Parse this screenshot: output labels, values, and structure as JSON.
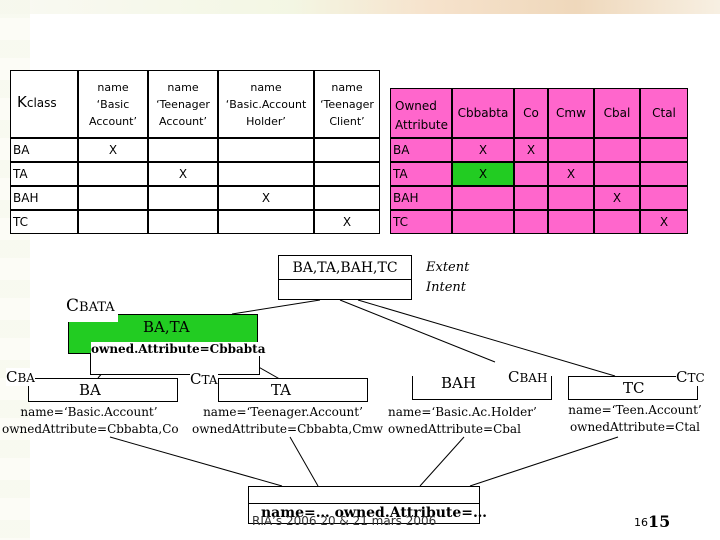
{
  "left_table": {
    "corner_big": "K",
    "corner_small": "class",
    "headers": [
      {
        "l1": "name",
        "l2": "‘Basic",
        "l3": "Account’"
      },
      {
        "l1": "name",
        "l2": "‘Teenager",
        "l3": "Account’"
      },
      {
        "l1": "name",
        "l2": "‘Basic.Account",
        "l3": "Holder’"
      },
      {
        "l1": "name",
        "l2": "‘Teenager",
        "l3": "Client’"
      }
    ],
    "rows": [
      {
        "label": "BA",
        "mark": "X"
      },
      {
        "label": "TA",
        "mark": "X"
      },
      {
        "label": "BAH",
        "mark": "X"
      },
      {
        "label": "TC",
        "mark": "X"
      }
    ]
  },
  "right_table": {
    "corner_l1": "Owned",
    "corner_l2": "Attribute",
    "headers": [
      "Cbbabta",
      "Co",
      "Cmw",
      "Cbal",
      "Ctal"
    ],
    "rows": [
      {
        "label": "BA",
        "marks": [
          "X",
          "X",
          "",
          "",
          ""
        ]
      },
      {
        "label": "TA",
        "marks": [
          "X",
          "",
          "X",
          "",
          ""
        ]
      },
      {
        "label": "BAH",
        "marks": [
          "",
          "",
          "",
          "X",
          ""
        ]
      },
      {
        "label": "TC",
        "marks": [
          "",
          "",
          "",
          "",
          "X"
        ]
      }
    ]
  },
  "lattice": {
    "top": {
      "extent": "BA,TA,BAH,TC",
      "caption_l1": "Extent",
      "caption_l2": "Intent"
    },
    "cbata": {
      "name_big": "C",
      "name_small": "BATA",
      "extent": "BA,TA",
      "intent": "owned.Attribute=Cbbabta"
    },
    "cba": {
      "name_big": "C",
      "name_small": "BA",
      "extent": "BA",
      "intent_l1": "name=‘Basic.Account’",
      "intent_l2": "ownedAttribute=Cbbabta,Co"
    },
    "cta": {
      "name_big": "C",
      "name_small": "TA",
      "extent": "TA",
      "intent_l1": "name=‘Teenager.Account’",
      "intent_l2": "ownedAttribute=Cbbabta,Cmw"
    },
    "cbah": {
      "name_big": "C",
      "name_small": "BAH",
      "extent": "BAH",
      "intent_l1": "name=‘Basic.Ac.Holder’",
      "intent_l2": "ownedAttribute=Cbal"
    },
    "ctc": {
      "name_big": "C",
      "name_small": "TC",
      "extent": "TC",
      "intent_l1": "name=‘Teen.Account’",
      "intent_l2": "ownedAttribute=Ctal"
    },
    "bottom": {
      "intent": "name=… owned.Attribute=…"
    }
  },
  "footer": {
    "text": "RIA’s 2006 20 & 21 mars 2006",
    "page_small": "16",
    "page_big": "15"
  },
  "colors": {
    "pink": "#ff66cc",
    "green": "#22cc22"
  }
}
